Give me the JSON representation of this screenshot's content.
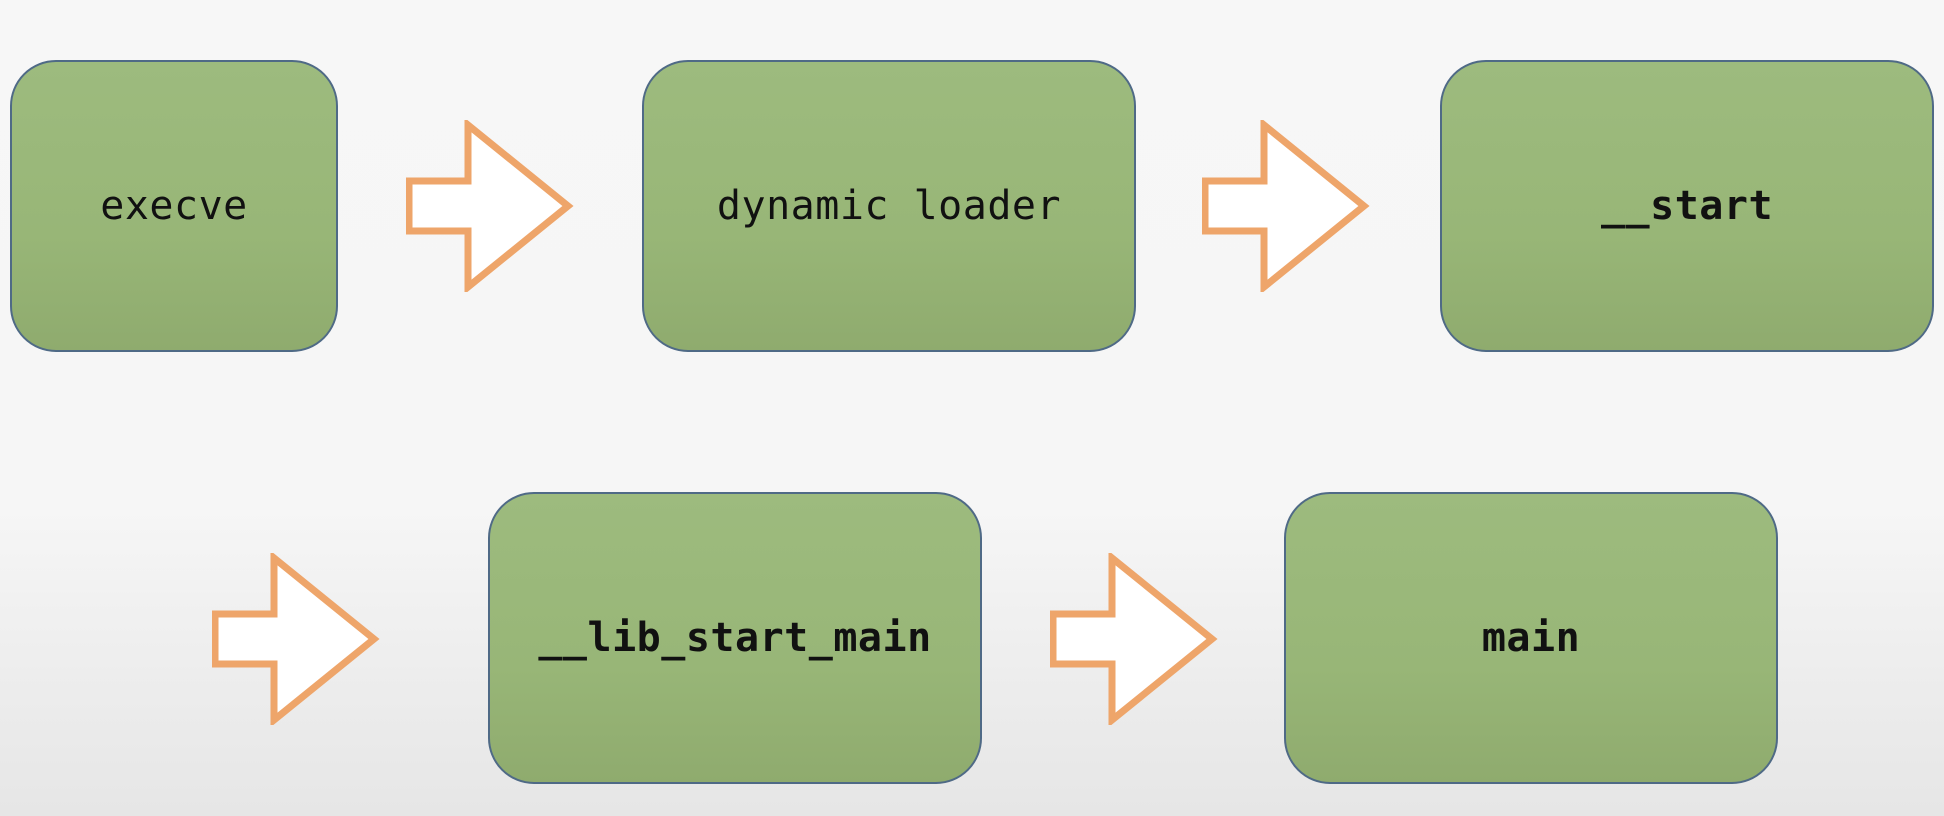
{
  "diagram": {
    "nodes": [
      {
        "id": "execve",
        "label": "execve",
        "bold": false
      },
      {
        "id": "dynamic-loader",
        "label": "dynamic loader",
        "bold": false
      },
      {
        "id": "start",
        "label": "__start",
        "bold": true
      },
      {
        "id": "lib-start-main",
        "label": "__lib_start_main",
        "bold": true
      },
      {
        "id": "main",
        "label": "main",
        "bold": true
      }
    ],
    "edges": [
      {
        "from": "execve",
        "to": "dynamic-loader"
      },
      {
        "from": "dynamic-loader",
        "to": "start"
      },
      {
        "from": "start",
        "to": "lib-start-main"
      },
      {
        "from": "lib-start-main",
        "to": "main"
      }
    ],
    "colors": {
      "node_fill": "#9ab87a",
      "node_border": "#4f6a86",
      "arrow_stroke": "#eea56a",
      "arrow_fill": "#ffffff",
      "background": "#f6f6f6"
    }
  }
}
